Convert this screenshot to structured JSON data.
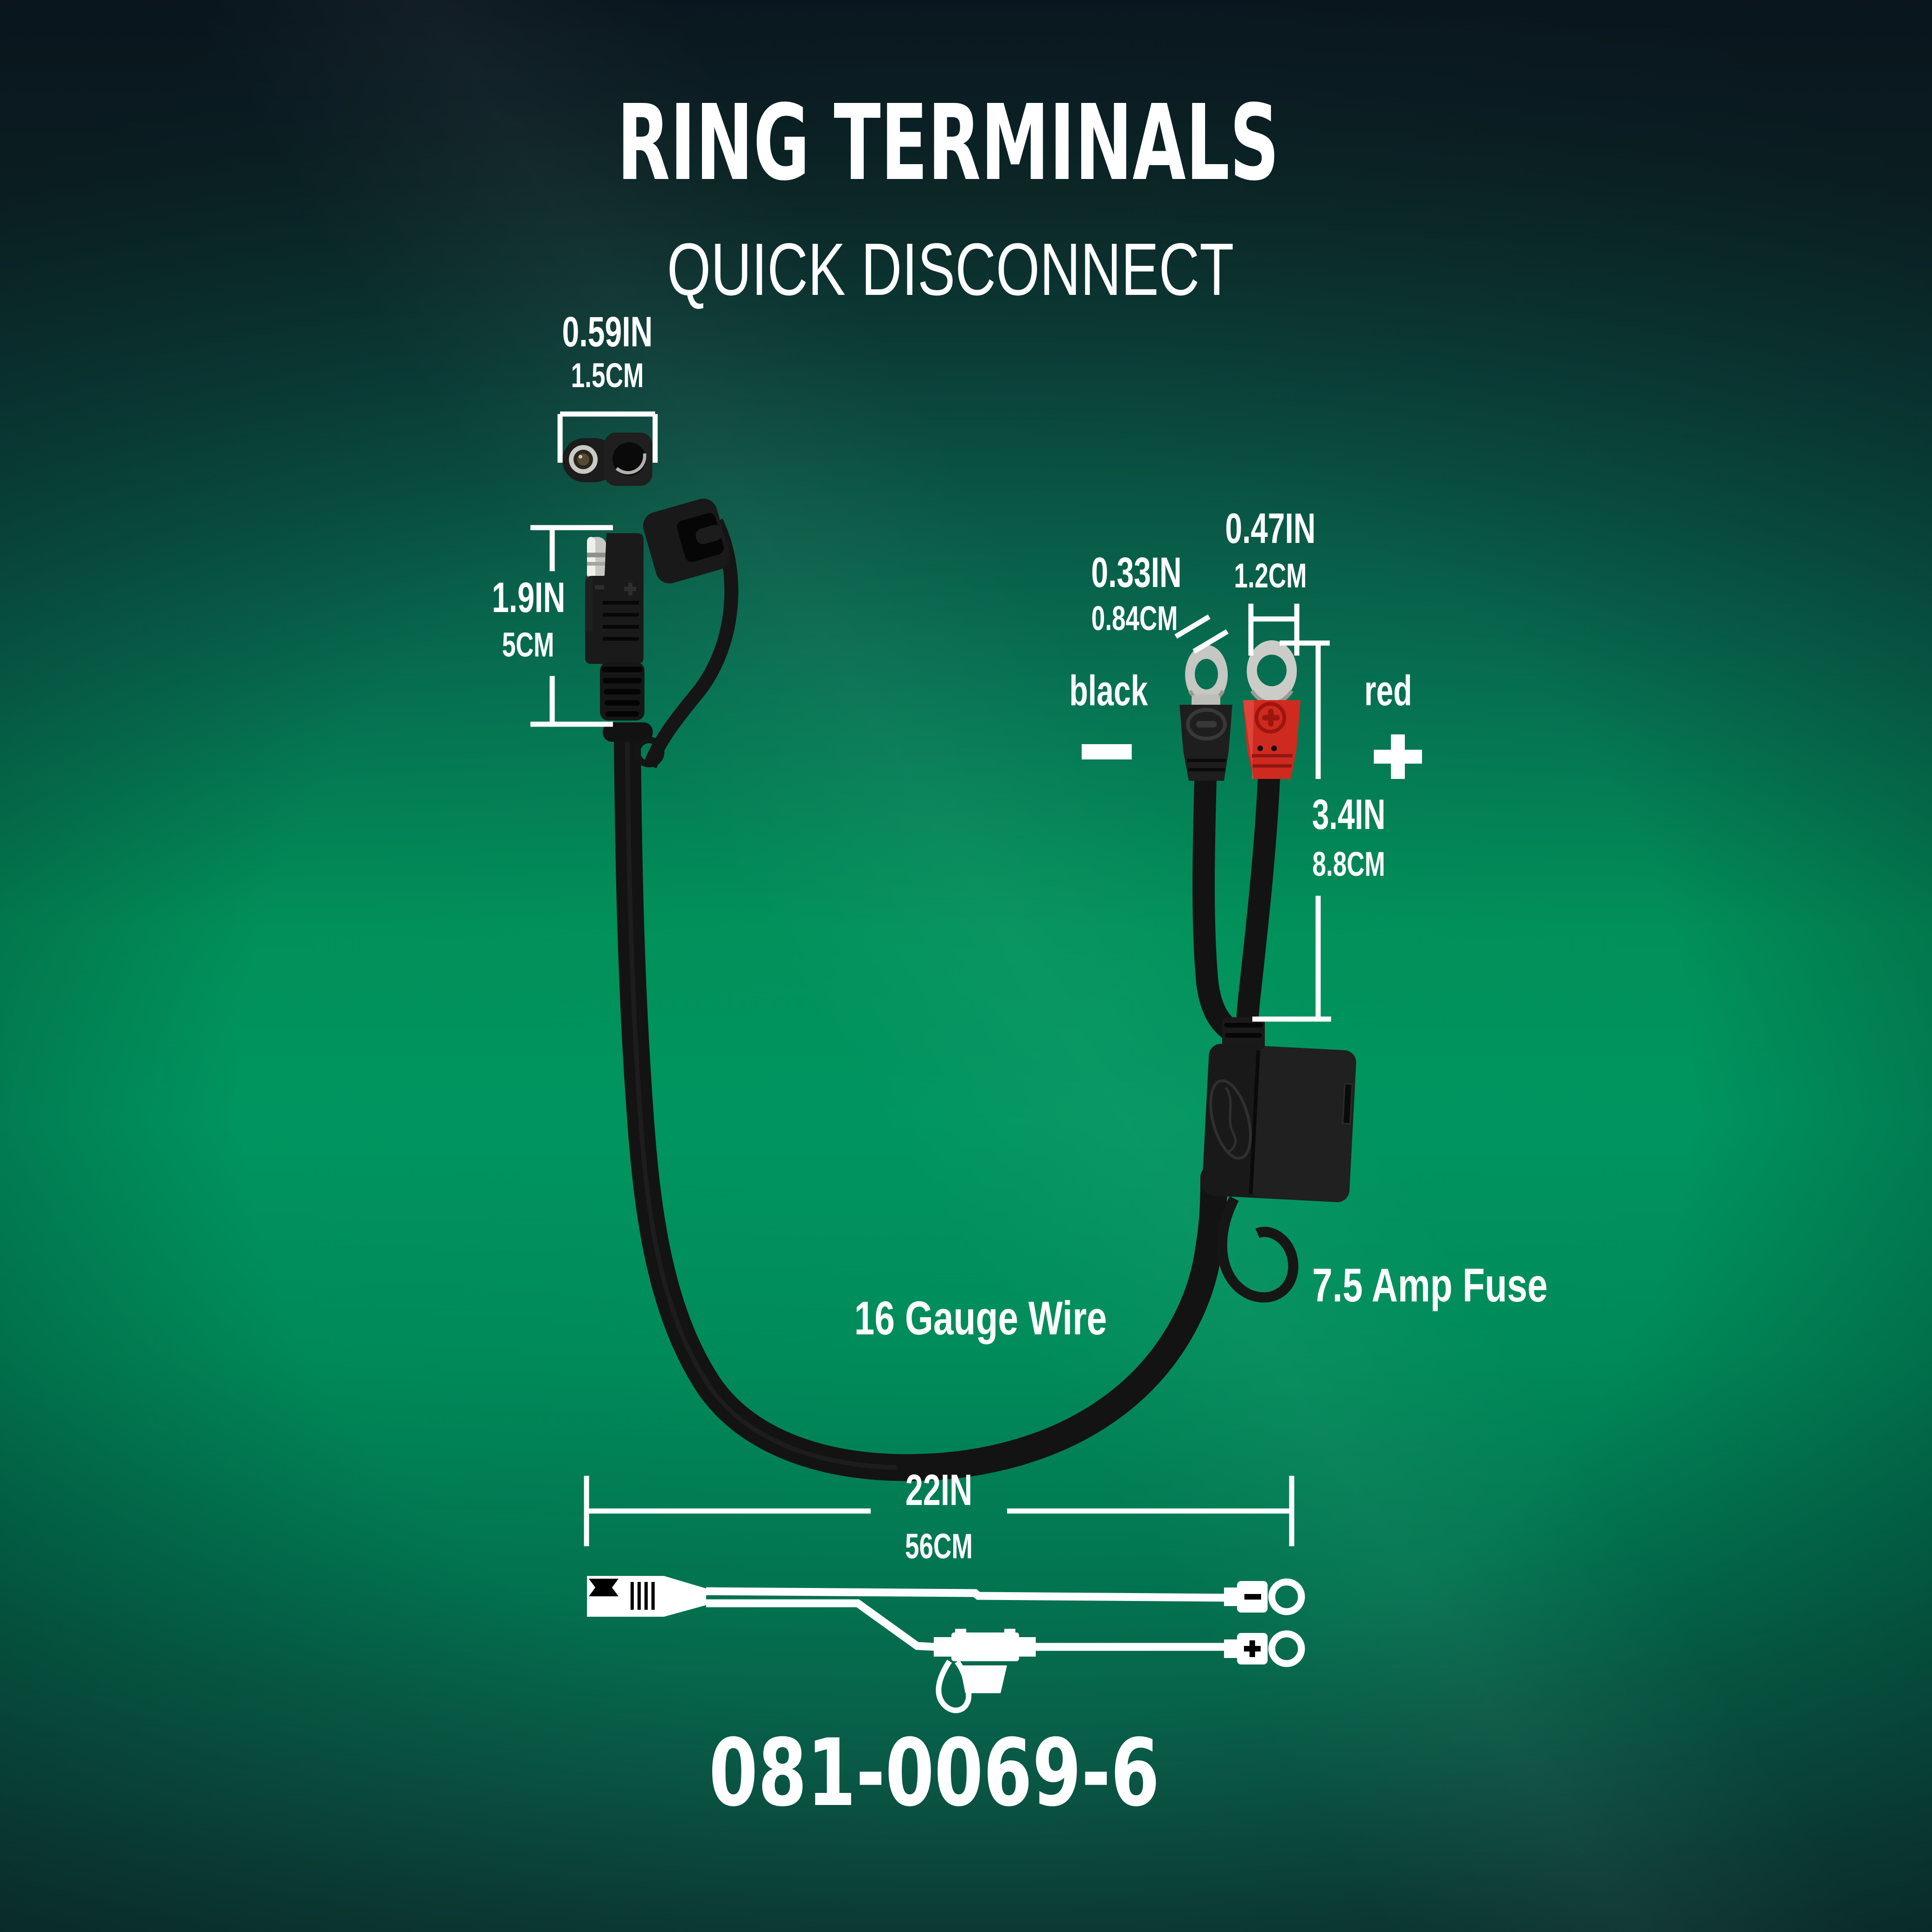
{
  "header": {
    "title": "RING TERMINALS",
    "subtitle": "QUICK DISCONNECT"
  },
  "measurements": {
    "connector_width": {
      "in": "0.59IN",
      "cm": "1.5CM"
    },
    "connector_length": {
      "in": "1.9IN",
      "cm": "5CM"
    },
    "black_ring_hole": {
      "in": "0.33IN",
      "cm": "0.84CM"
    },
    "red_ring_hole": {
      "in": "0.47IN",
      "cm": "1.2CM"
    },
    "terminal_lead_length": {
      "in": "3.4IN",
      "cm": "8.8CM"
    },
    "cable_length": {
      "in": "22IN",
      "cm": "56CM"
    }
  },
  "labels": {
    "black_terminal": "black",
    "red_terminal": "red",
    "minus": "−",
    "plus": "+",
    "fuse": "7.5 Amp Fuse",
    "wire_gauge": "16 Gauge Wire"
  },
  "footer": {
    "part_number": "081-0069-6"
  },
  "colors": {
    "bg_center_green": "#009560",
    "bg_top_dark": "#0d1a23",
    "bg_bottom_teal": "#0d4339",
    "text_white": "#ffffff",
    "red_boot": "#cf2a1f",
    "black_plastic": "#171717",
    "metal_silver": "#c8c8c5"
  }
}
